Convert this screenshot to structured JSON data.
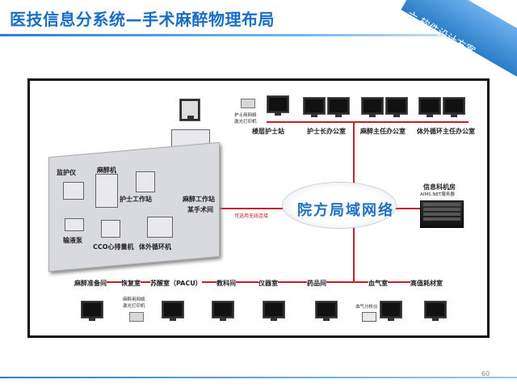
{
  "title": "医技信息分系统—手术麻醉物理布局",
  "corner_label": "六.软件设计方案",
  "cloud_label": "院方局域网络",
  "server": {
    "name": "信息科机房",
    "sub": "AIMS.NET服务器"
  },
  "top_labels": [
    "楼层护士站",
    "护士长办公室",
    "麻醉主任办公室",
    "体外循环主任办公室"
  ],
  "printer_top": "护士用网络\n激光打印机",
  "room_labels": {
    "monitor": "监护仪",
    "anesthesia": "麻醉机",
    "nurse_ws": "护士工作站",
    "anes_ws": "麻醉工作站",
    "infusion": "输液泵",
    "cco": "CCO心排量机",
    "ecc": "体外循环机"
  },
  "or_label": "某手术间",
  "wireless_label": "可选用无线连接",
  "bottom_labels": [
    "麻醉准备间",
    "恢复室",
    "苏醒室（PACU）",
    "教科间",
    "仪器室",
    "药品间",
    "血气室",
    "高值耗材室"
  ],
  "printer_bottom": "麻醉用网络\n激光打印机",
  "bloodgas": "血气分析仪",
  "page_number": "60",
  "colors": {
    "title": "#1a6fc4",
    "line": "#c8202a",
    "cloud_text": "#1e6fc8"
  }
}
